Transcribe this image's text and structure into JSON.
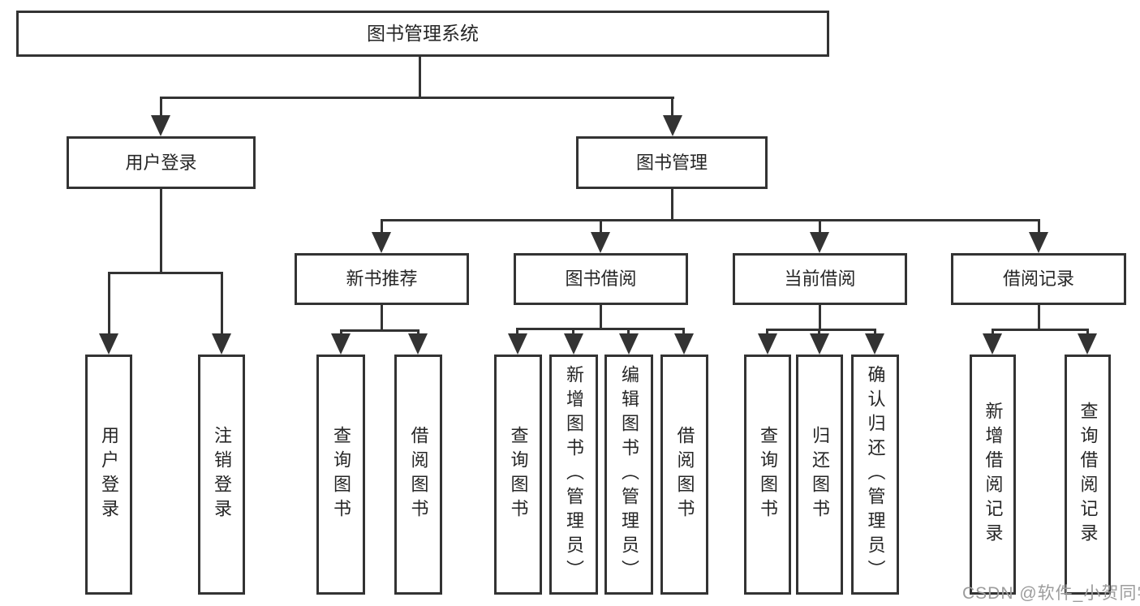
{
  "diagram_type": "hierarchy-tree",
  "tree": {
    "label": "图书管理系统",
    "children": [
      {
        "label": "用户登录",
        "children": [
          {
            "label": "用户登录"
          },
          {
            "label": "注销登录"
          }
        ]
      },
      {
        "label": "图书管理",
        "children": [
          {
            "label": "新书推荐",
            "children": [
              {
                "label": "查询图书"
              },
              {
                "label": "借阅图书"
              }
            ]
          },
          {
            "label": "图书借阅",
            "children": [
              {
                "label": "查询图书"
              },
              {
                "label": "新增图书（管理员）"
              },
              {
                "label": "编辑图书（管理员）"
              },
              {
                "label": "借阅图书"
              }
            ]
          },
          {
            "label": "当前借阅",
            "children": [
              {
                "label": "查询图书"
              },
              {
                "label": "归还图书"
              },
              {
                "label": "确认归还（管理员）"
              }
            ]
          },
          {
            "label": "借阅记录",
            "children": [
              {
                "label": "新增借阅记录"
              },
              {
                "label": "查询借阅记录"
              }
            ]
          }
        ]
      }
    ]
  },
  "watermark": {
    "text": "CSDN @软件_小贺同学"
  },
  "colors": {
    "line": "#333333",
    "box_border": "#333333",
    "box_fill": "#ffffff",
    "text": "#262626",
    "watermark": "#9c9c9c",
    "background": "#ffffff"
  }
}
